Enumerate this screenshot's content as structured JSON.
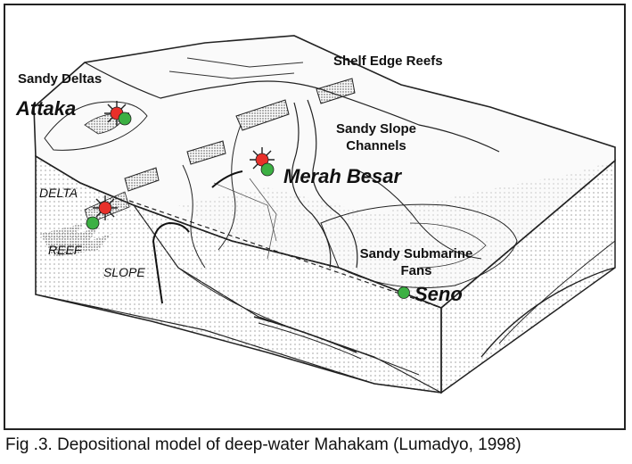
{
  "labels": {
    "shelf_edge_reefs": "Shelf Edge Reefs",
    "sandy_deltas": "Sandy Deltas",
    "attaka": "Attaka",
    "sandy_slope_channels_1": "Sandy Slope",
    "sandy_slope_channels_2": "Channels",
    "merah_besar": "Merah Besar",
    "delta": "DELTA",
    "reef": "REEF",
    "slope": "SLOPE",
    "sandy_submarine_fans_1": "Sandy Submarine",
    "sandy_submarine_fans_2": "Fans",
    "seno": "Seno"
  },
  "caption": "Fig .3. Depositional model of deep-water Mahakam (Lumadyo, 1998)",
  "colors": {
    "oil_marker": "#e8302a",
    "gas_marker": "#3cb043",
    "line": "#222222"
  }
}
